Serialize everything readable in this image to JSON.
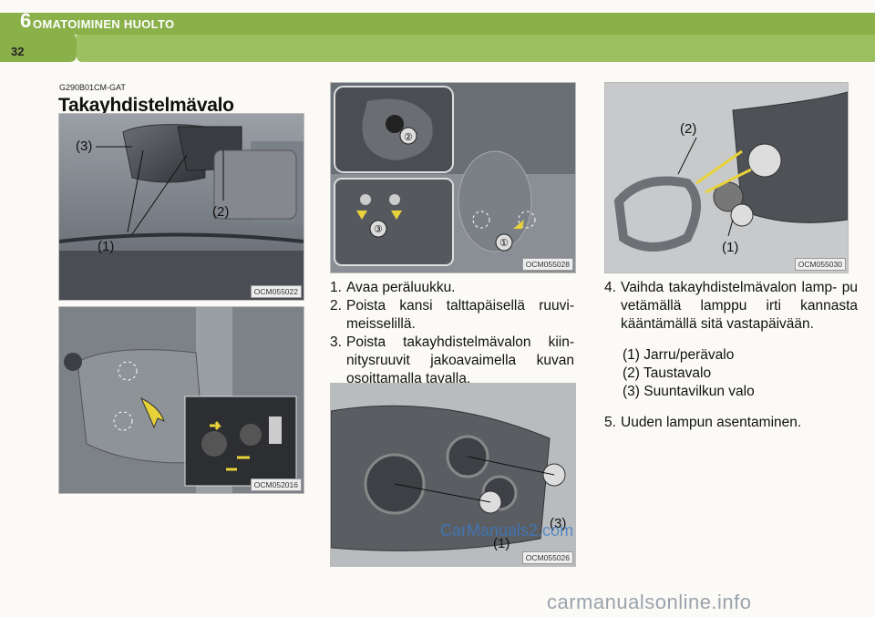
{
  "header": {
    "chapter_number": "6",
    "chapter_title": "OMATOIMINEN HUOLTO",
    "page_number": "32"
  },
  "doc_code": "G290B01CM-GAT",
  "title": "Takayhdistelmävalo",
  "figures": {
    "fig1": {
      "code": "OCM055022",
      "label_1": "(1)",
      "label_2": "(2)",
      "label_3": "(3)"
    },
    "fig2": {
      "code": "OCM052016"
    },
    "fig3": {
      "code": "OCM055028",
      "label_1": "①",
      "label_2": "②",
      "label_3": "③"
    },
    "fig4": {
      "code": "OCM055026",
      "label_1": "(1)",
      "label_3": "(3)"
    },
    "fig5": {
      "code": "OCM055030",
      "label_1": "(1)",
      "label_2": "(2)"
    }
  },
  "steps": [
    {
      "num": "1.",
      "text": "Avaa peräluukku."
    },
    {
      "num": "2.",
      "text": "Poista kansi talttapäisellä ruuvi- meisselillä."
    },
    {
      "num": "3.",
      "text": "Poista takayhdistelmävalon kiin- nitysruuvit jakoavaimella kuvan osoittamalla tavalla."
    }
  ],
  "step4": {
    "num": "4.",
    "text": "Vaihda takayhdistelmävalon lamp- pu vetämällä lamppu irti kannasta kääntämällä sitä vastapäivään."
  },
  "bulbs": [
    "(1) Jarru/perävalo",
    "(2) Taustavalo",
    "(3) Suuntavilkun valo"
  ],
  "step5": {
    "num": "5.",
    "text": "Uuden lampun asentaminen."
  },
  "watermarks": {
    "mid": "CarManuals2.com",
    "bottom": "carmanualsonline.info"
  },
  "colors": {
    "banner_green": "#8ab04a",
    "banner_dark": "#5d8a2e"
  }
}
